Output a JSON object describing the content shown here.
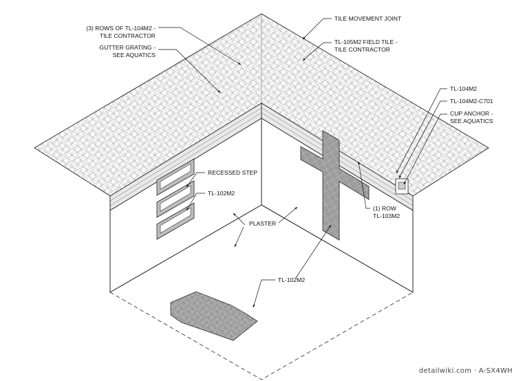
{
  "labels": {
    "tile_movement_joint": "TILE MOVEMENT JOINT",
    "rows_of_tl104m2_a": "(3) ROWS OF TL-104M2 -",
    "rows_of_tl104m2_b": "TILE CONTRACTOR",
    "gutter_grating_a": "GUTTER GRATING -",
    "gutter_grating_b": "SEE AQUATICS",
    "field_tile_a": "TL-105M2 FIELD TILE -",
    "field_tile_b": "TILE CONTRACTOR",
    "tl104m2": "TL-104M2",
    "tl104m2_c701": "TL-104M2-C701",
    "cup_anchor_a": "CUP ANCHOR -",
    "cup_anchor_b": "SEE AQUATICS",
    "recessed_step": "RECESSED STEP",
    "tl102m2_wall": "TL-102M2",
    "plaster": "PLASTER",
    "one_row_a": "(1) ROW",
    "one_row_b": "TL-103M2",
    "tl102m2_floor": "TL-102M2"
  },
  "watermark": "detailwiki.com · A-SX4WH"
}
